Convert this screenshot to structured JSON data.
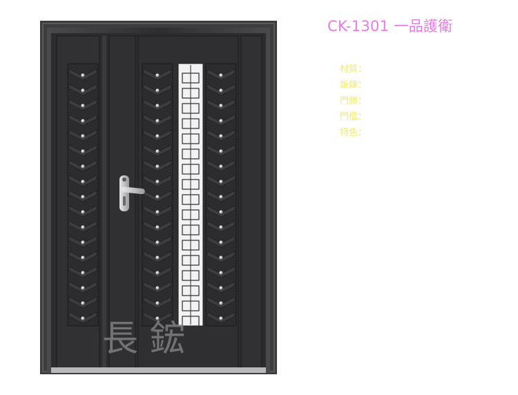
{
  "product": {
    "title": "CK-1301 一品護衛",
    "brand_watermark": "長 鋐"
  },
  "specs": [
    {
      "label": "材質",
      "sep": "："
    },
    {
      "label": "鈑鍊",
      "sep": "："
    },
    {
      "label": "門鎖",
      "sep": "："
    },
    {
      "label": "門檻",
      "sep": "："
    },
    {
      "label": "特色",
      "sep": "："
    }
  ],
  "colors": {
    "title": "#e879e6",
    "specs": "#f3ec6a",
    "door_frame": "#3a3a3c",
    "door_panel": "#2b2b2d"
  },
  "icons": [
    "door-handle-icon"
  ]
}
